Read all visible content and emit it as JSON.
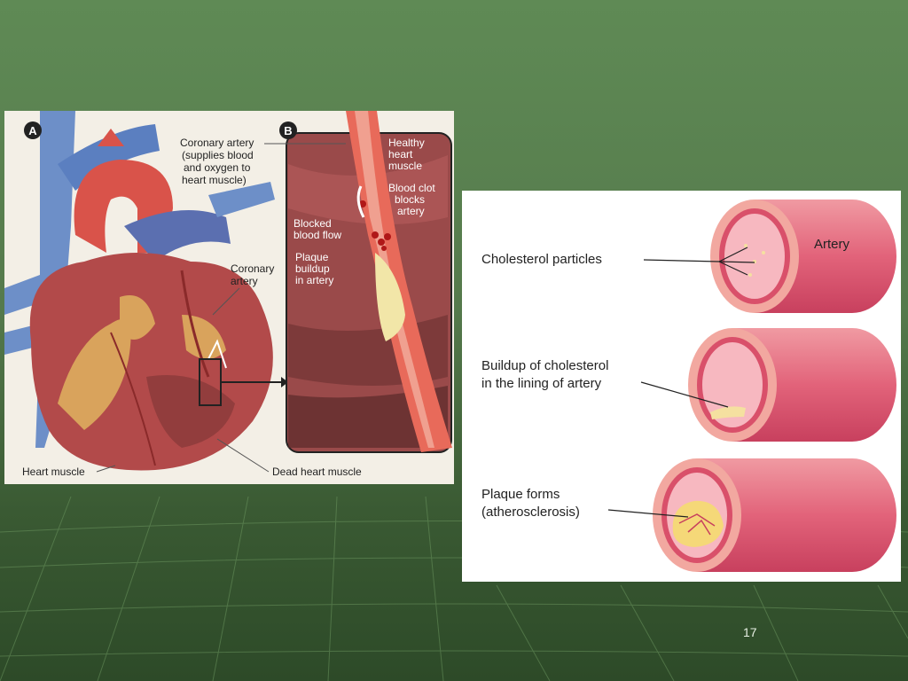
{
  "slide": {
    "page_number": "17"
  },
  "heart_figure": {
    "panel_a_badge": "A",
    "panel_b_badge": "B",
    "label_coronary_top": [
      "Coronary artery",
      "(supplies blood",
      "and oxygen to",
      "heart muscle)"
    ],
    "label_coronary_mid": [
      "Coronary",
      "artery"
    ],
    "label_heart_muscle": "Heart muscle",
    "label_dead_muscle": "Dead heart muscle",
    "label_healthy": [
      "Healthy",
      "heart",
      "muscle"
    ],
    "label_blood_clot": [
      "Blood clot",
      "blocks",
      "artery"
    ],
    "label_blocked": [
      "Blocked",
      "blood flow"
    ],
    "label_plaque": [
      "Plaque",
      "buildup",
      "in artery"
    ]
  },
  "artery_figure": {
    "label_artery": "Artery",
    "label_cholesterol": "Cholesterol particles",
    "label_buildup": [
      "Buildup of cholesterol",
      "in the lining of artery"
    ],
    "label_plaque_forms": [
      "Plaque forms",
      "(atherosclerosis)"
    ]
  }
}
